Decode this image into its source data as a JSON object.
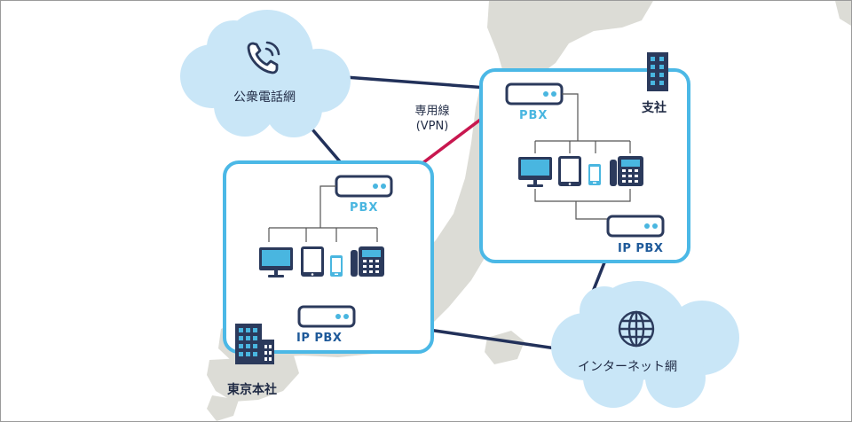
{
  "labels": {
    "public_network": "公衆電話網",
    "internet": "インターネット網",
    "vpn_line1": "専用線",
    "vpn_line2": "(VPN)",
    "hq": "東京本社",
    "branch": "支社",
    "hq_pbx": "PBX",
    "hq_ip_pbx": "IP PBX",
    "branch_pbx": "PBX",
    "branch_ip_pbx": "IP PBX"
  },
  "colors": {
    "site_box": "#4bb8e6",
    "cloud": "#c9e6f7",
    "trunk_line": "#22315a",
    "vpn_line": "#c8174f",
    "map": "#dcdcd6",
    "device_dark": "#2b3a5c",
    "device_light": "#49b6e0"
  },
  "icons": [
    "phone-icon",
    "globe-icon",
    "building-icon",
    "monitor-icon",
    "tablet-icon",
    "smartphone-icon",
    "desk-phone-icon",
    "pbx-device-icon"
  ]
}
